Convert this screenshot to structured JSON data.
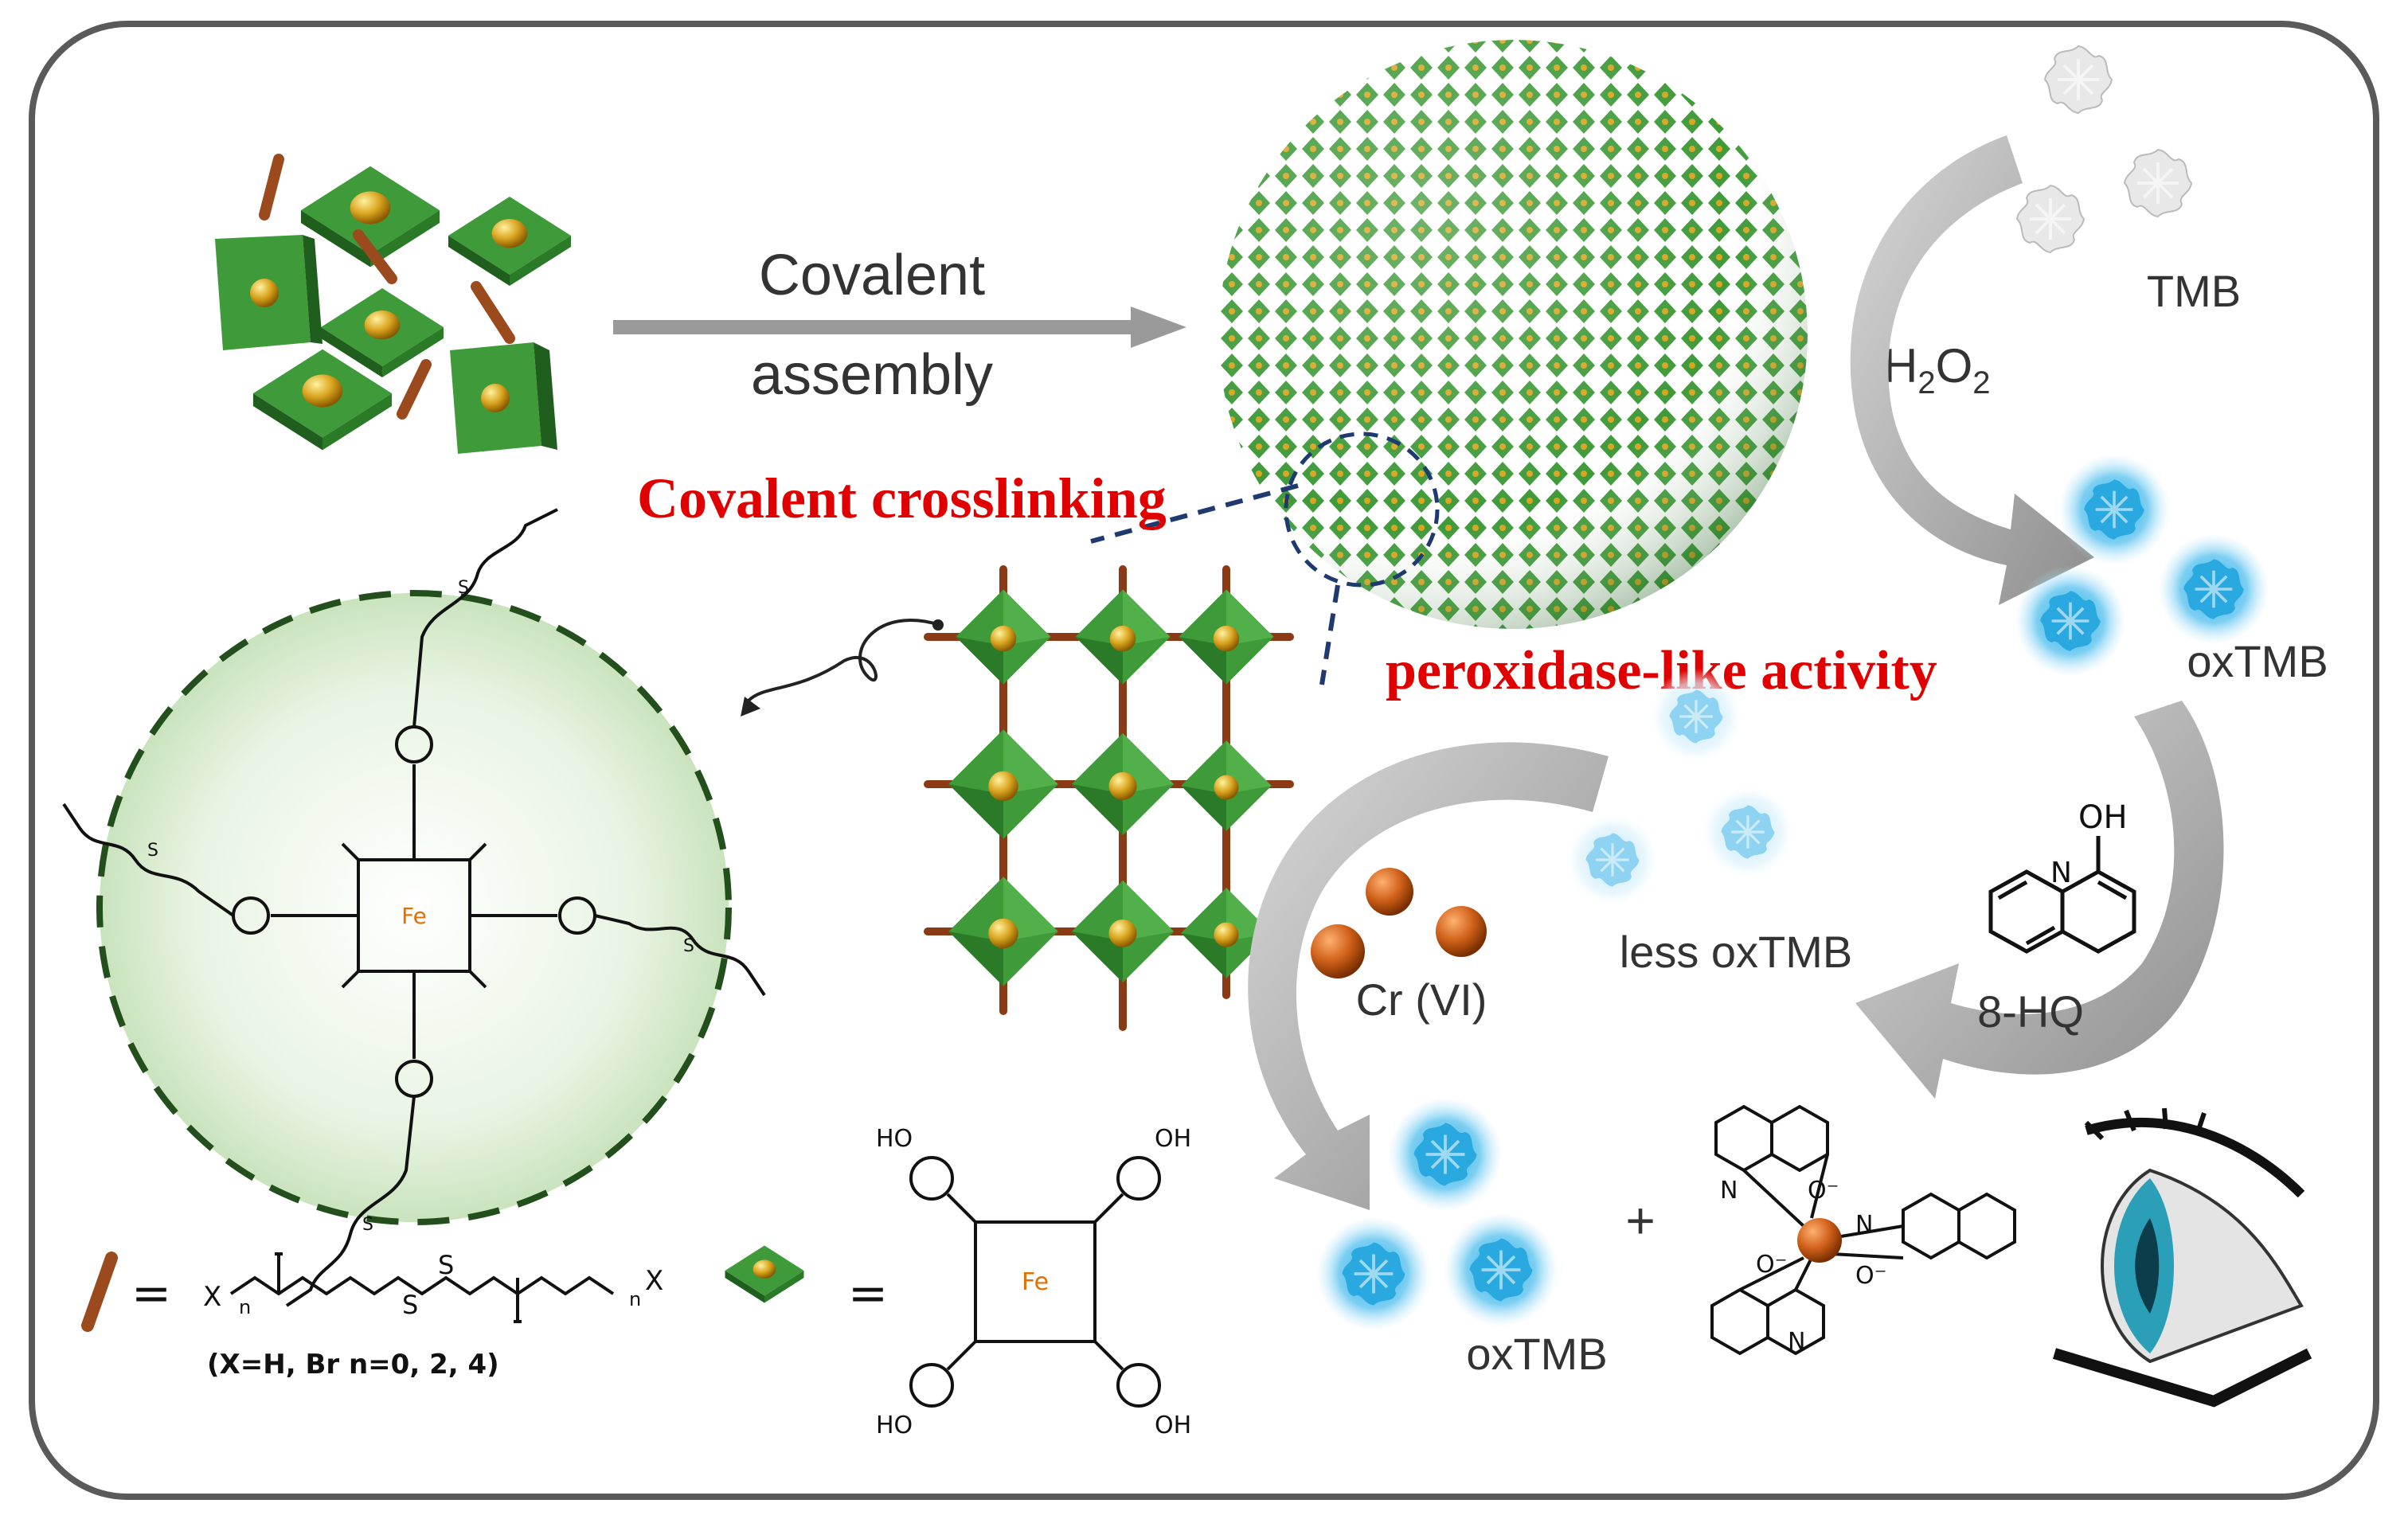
{
  "labels": {
    "covalent": "Covalent",
    "assembly": "assembly",
    "covalent_crosslinking": "Covalent crosslinking",
    "peroxidase": "peroxidase-like activity",
    "tmb": "TMB",
    "h2o2_h": "H",
    "h2o2_2a": "2",
    "h2o2_o": "O",
    "h2o2_2b": "2",
    "oxtmb_top": "oxTMB",
    "less_oxtmb": "less oxTMB",
    "eight_hq": "8-HQ",
    "cr_vi": "Cr (VI)",
    "oxtmb_bottom": "oxTMB",
    "plus": "+",
    "equals_linker": "=",
    "equals_porphyrin": "=",
    "linker_conditions": "(X=H, Br  n=0, 2, 4)",
    "linker_x_left": "X",
    "linker_n_left": "n",
    "linker_x_right": "X",
    "linker_n_right": "n",
    "fe": "Fe",
    "oh": "OH",
    "ho": "HO",
    "hq_oh": "OH",
    "hq_n": "N",
    "o_minus": "O⁻",
    "n_atom": "N",
    "s_atom": "S"
  },
  "colors": {
    "frame": "#5a5a5a",
    "sheet_green": "#3f9a3a",
    "sheet_dark": "#1f5e1d",
    "gold": "#d9a520",
    "linker_brown": "#9a4a1c",
    "oxtmb_blue": "#2aa9e0",
    "less_blue": "#8ed3f2",
    "tmb_white": "#e8e8e8",
    "cr_orange": "#d0611a",
    "arrow_gray": "#9a9a9a",
    "red_text": "#e00000",
    "eye_teal": "#2b9fb8"
  },
  "icons": {
    "porphyrin_sheet": "porphyrin-sheet-icon",
    "linker_rod": "linker-rod-icon",
    "cof_sphere": "cof-sphere-icon",
    "tmb_molecule": "tmb-molecule-icon",
    "cr_particle": "chromium-particle-icon",
    "eye": "eye-icon",
    "hq_complex": "hq-complex-icon"
  }
}
